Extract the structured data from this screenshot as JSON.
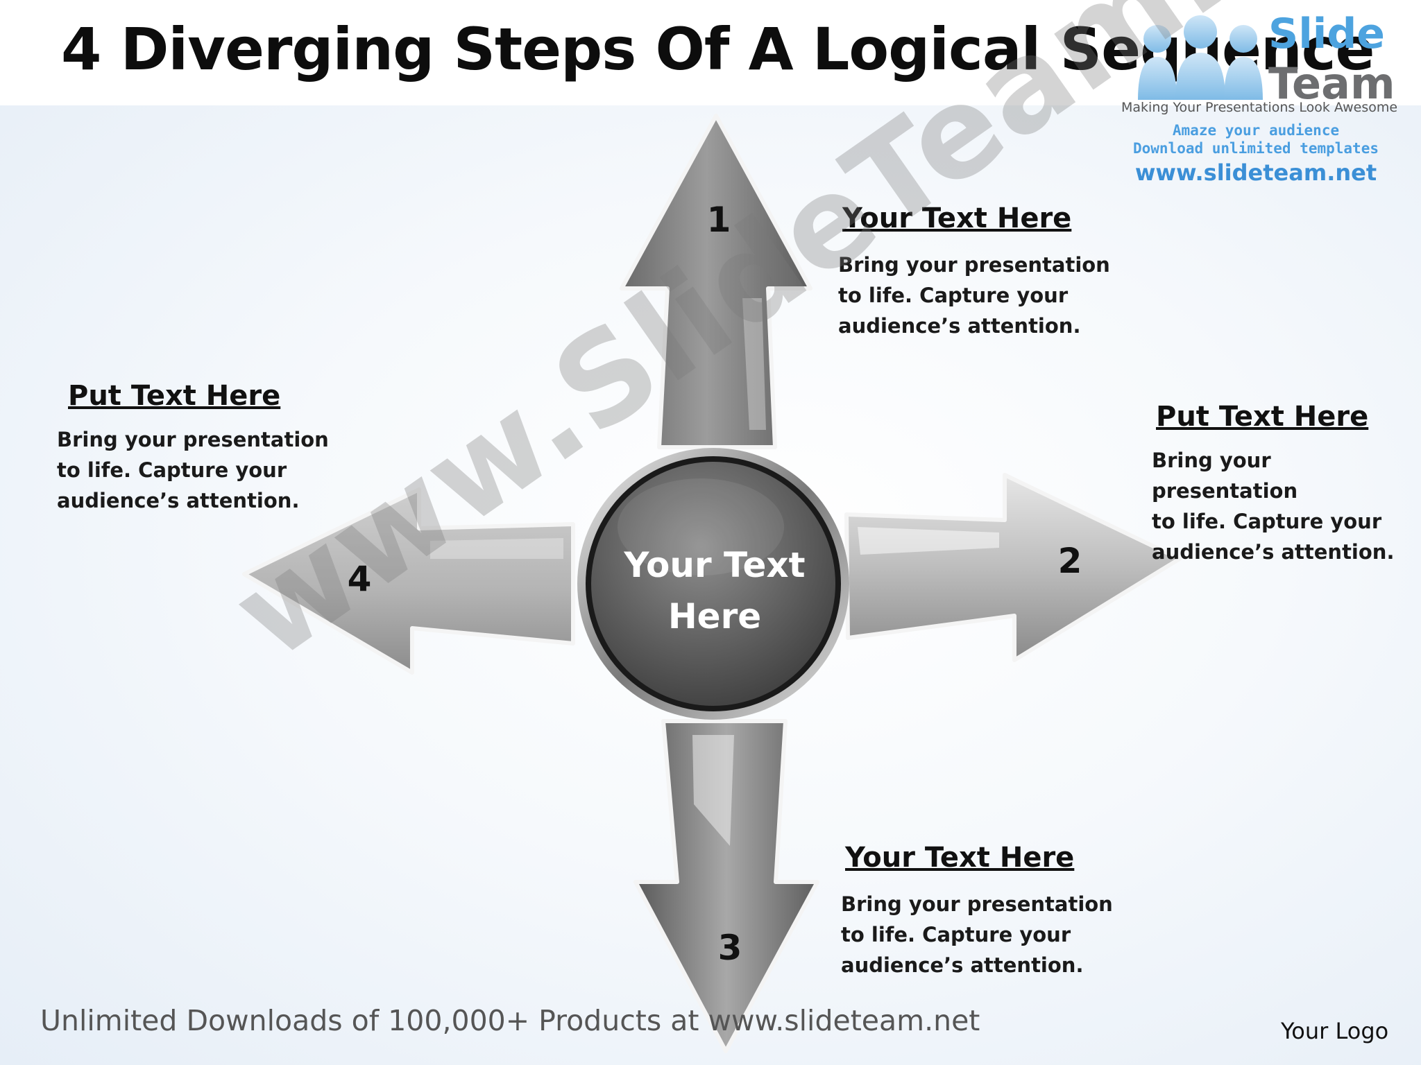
{
  "title": "4 Diverging Steps Of A Logical Sequence",
  "logo": {
    "brand_top": "Slide",
    "brand_bottom": "Team",
    "tagline": "Making Your Presentations Look Awesome",
    "line1": "Amaze your audience",
    "line2": "Download unlimited templates",
    "url": "www.slideteam.net"
  },
  "center": {
    "line1": "Your Text",
    "line2": "Here"
  },
  "arrows": [
    {
      "number": "1",
      "direction": "up"
    },
    {
      "number": "2",
      "direction": "right"
    },
    {
      "number": "3",
      "direction": "down"
    },
    {
      "number": "4",
      "direction": "left"
    }
  ],
  "callouts": {
    "top_right": {
      "heading": "Your Text Here",
      "body": "Bring your presentation\nto life. Capture your\naudience’s attention."
    },
    "right": {
      "heading": "Put Text Here",
      "body": "Bring your presentation\nto life. Capture your\naudience’s attention."
    },
    "bottom_right": {
      "heading": "Your Text Here",
      "body": "Bring your presentation\nto life. Capture your\naudience’s attention."
    },
    "left": {
      "heading": "Put Text Here",
      "body": "Bring your presentation\nto life. Capture your\naudience’s attention."
    }
  },
  "watermark": "www.SlideTeam.net",
  "footer": "Unlimited Downloads of 100,000+ Products at www.slideteam.net",
  "your_logo": "Your Logo",
  "colors": {
    "arrow_dark": "#5a5a5a",
    "arrow_light": "#d8d8d8",
    "brand_blue": "#4da3df",
    "brand_gray": "#6d6e70"
  }
}
